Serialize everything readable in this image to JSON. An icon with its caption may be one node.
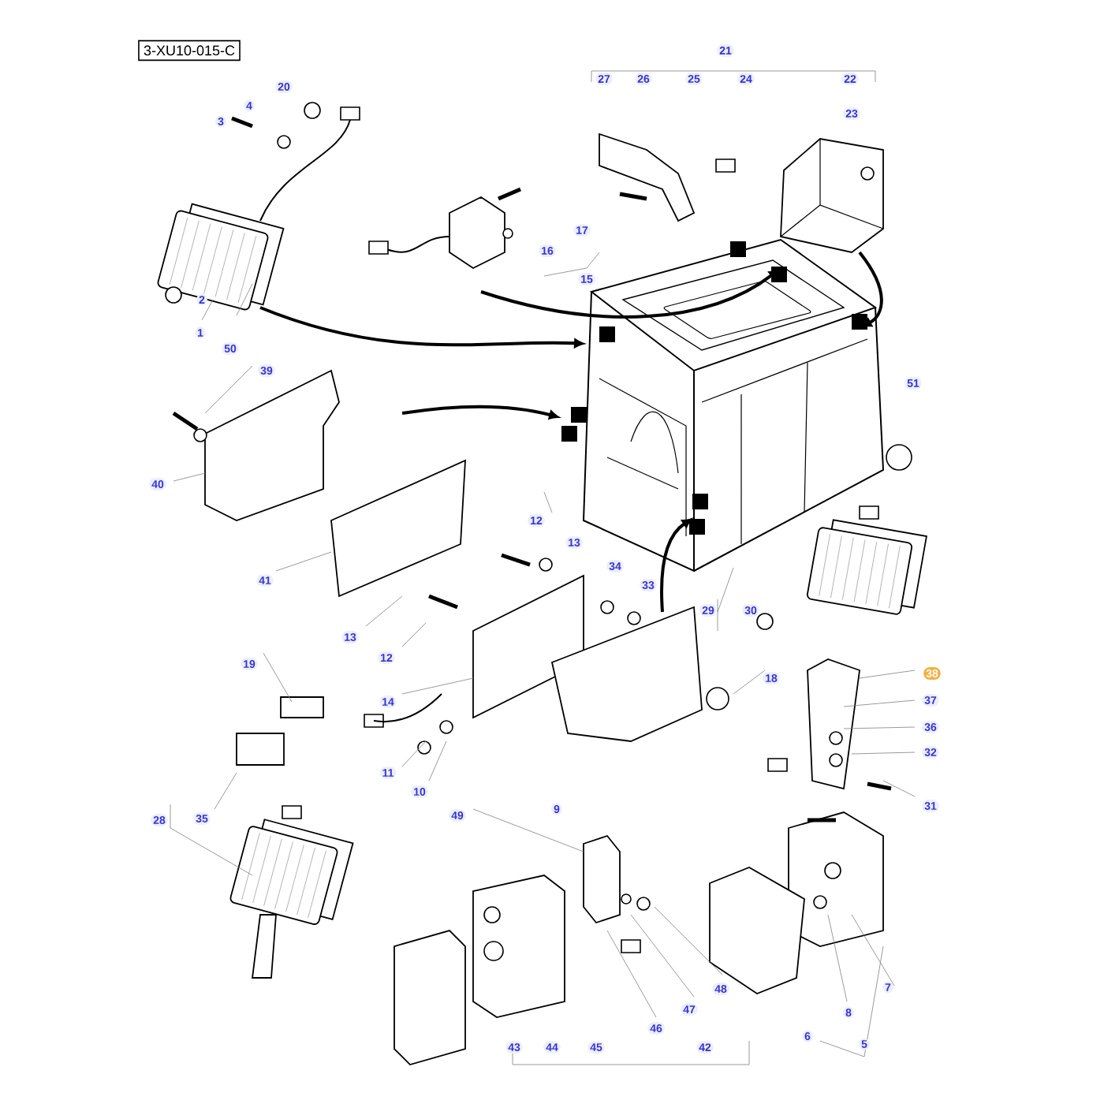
{
  "diagram": {
    "labels": [
      "3-XU10-015-C",
      "21",
      "27",
      "26",
      "25",
      "24",
      "22",
      "20",
      "4",
      "23",
      "3",
      "17",
      "16",
      "15",
      "2",
      "1",
      "50",
      "39",
      "51",
      "40",
      "12",
      "13",
      "34",
      "41",
      "33",
      "29",
      "30",
      "13",
      "12",
      "19",
      "38",
      "18",
      "14",
      "37",
      "36",
      "32",
      "11",
      "10",
      "9",
      "31",
      "49",
      "28",
      "35",
      "48",
      "7",
      "8",
      "47",
      "46",
      "6",
      "5",
      "43",
      "44",
      "45",
      "42"
    ]
  }
}
